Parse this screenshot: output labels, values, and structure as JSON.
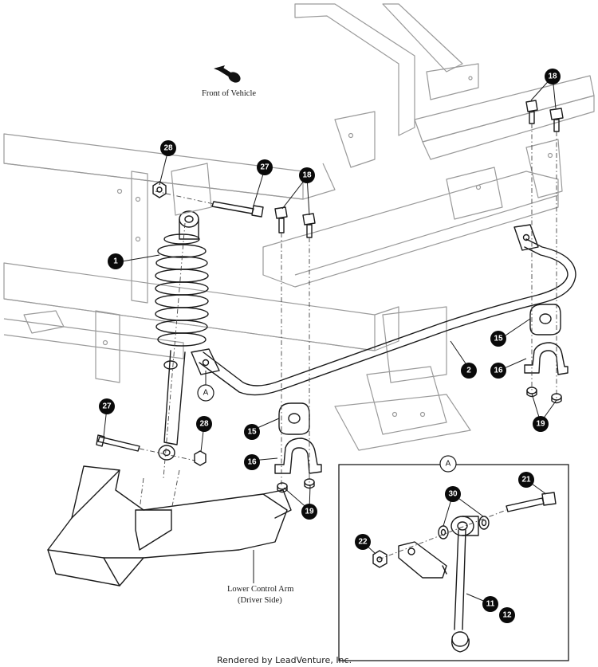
{
  "labels": {
    "front_of_vehicle": "Front of Vehicle",
    "lower_control_arm_line1": "Lower Control Arm",
    "lower_control_arm_line2": "(Driver Side)",
    "footer": "Rendered by LeadVenture, Inc."
  },
  "callouts": {
    "c1": "1",
    "c2": "2",
    "c11": "11",
    "c12": "12",
    "c15a": "15",
    "c15b": "15",
    "c16a": "16",
    "c16b": "16",
    "c18a": "18",
    "c18b": "18",
    "c19a": "19",
    "c19b": "19",
    "c21": "21",
    "c22": "22",
    "c27a": "27",
    "c27b": "27",
    "c28a": "28",
    "c28b": "28",
    "c30": "30"
  },
  "detail_refs": {
    "main": "A",
    "inset": "A"
  }
}
